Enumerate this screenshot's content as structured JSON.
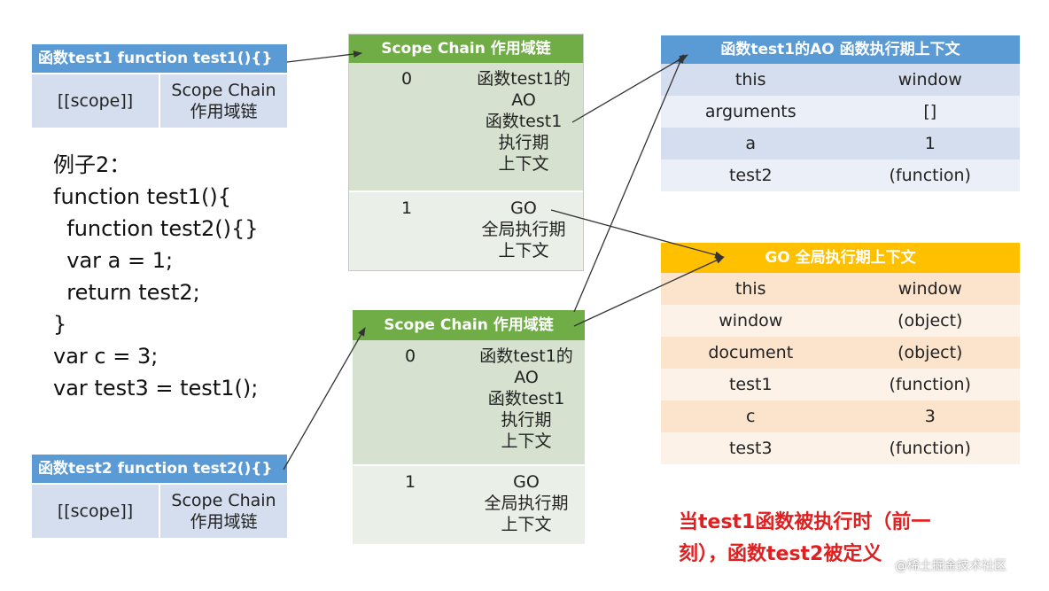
{
  "test1_box": {
    "header": "函数test1   function test1(){}",
    "scope_label": "[[scope]]",
    "scope_value_line1": "Scope Chain",
    "scope_value_line2": "作用域链"
  },
  "test2_box": {
    "header": "函数test2   function test2(){}",
    "scope_label": "[[scope]]",
    "scope_value_line1": "Scope Chain",
    "scope_value_line2": "作用域链"
  },
  "code_example": {
    "title": "例子2：",
    "lines": [
      "function test1(){",
      "  function test2(){}",
      "  var a = 1;",
      "  return test2;",
      "}",
      "var c = 3;",
      "var test3 = test1();"
    ]
  },
  "scope_chain_top": {
    "header": "Scope Chain 作用域链",
    "rows": [
      {
        "index": "0",
        "lines": [
          "函数test1的",
          "AO",
          "函数test1",
          "执行期",
          "上下文"
        ]
      },
      {
        "index": "1",
        "lines": [
          "GO",
          "全局执行期",
          "上下文"
        ]
      }
    ]
  },
  "scope_chain_bottom": {
    "header": "Scope Chain 作用域链",
    "rows": [
      {
        "index": "0",
        "lines": [
          "函数test1的",
          "AO",
          "函数test1",
          "执行期",
          "上下文"
        ]
      },
      {
        "index": "1",
        "lines": [
          "GO",
          "全局执行期",
          "上下文"
        ]
      }
    ]
  },
  "ao_table": {
    "header": "函数test1的AO 函数执行期上下文",
    "rows": [
      {
        "key": "this",
        "value": "window"
      },
      {
        "key": "arguments",
        "value": "[]"
      },
      {
        "key": "a",
        "value": "1"
      },
      {
        "key": "test2",
        "value": "(function)"
      }
    ]
  },
  "go_table": {
    "header": "GO 全局执行期上下文",
    "rows": [
      {
        "key": "this",
        "value": "window"
      },
      {
        "key": "window",
        "value": "(object)"
      },
      {
        "key": "document",
        "value": "(object)"
      },
      {
        "key": "test1",
        "value": "(function)"
      },
      {
        "key": "c",
        "value": "3"
      },
      {
        "key": "test3",
        "value": "(function)"
      }
    ]
  },
  "note": {
    "line1": "当test1函数被执行时（前一",
    "line2": "刻），函数test2被定义"
  },
  "watermark": "@稀土掘金技术社区",
  "colors": {
    "blue_header": "#5b9bd5",
    "green_header": "#70ad47",
    "orange_header": "#ffc000",
    "note_red": "#e02020"
  }
}
